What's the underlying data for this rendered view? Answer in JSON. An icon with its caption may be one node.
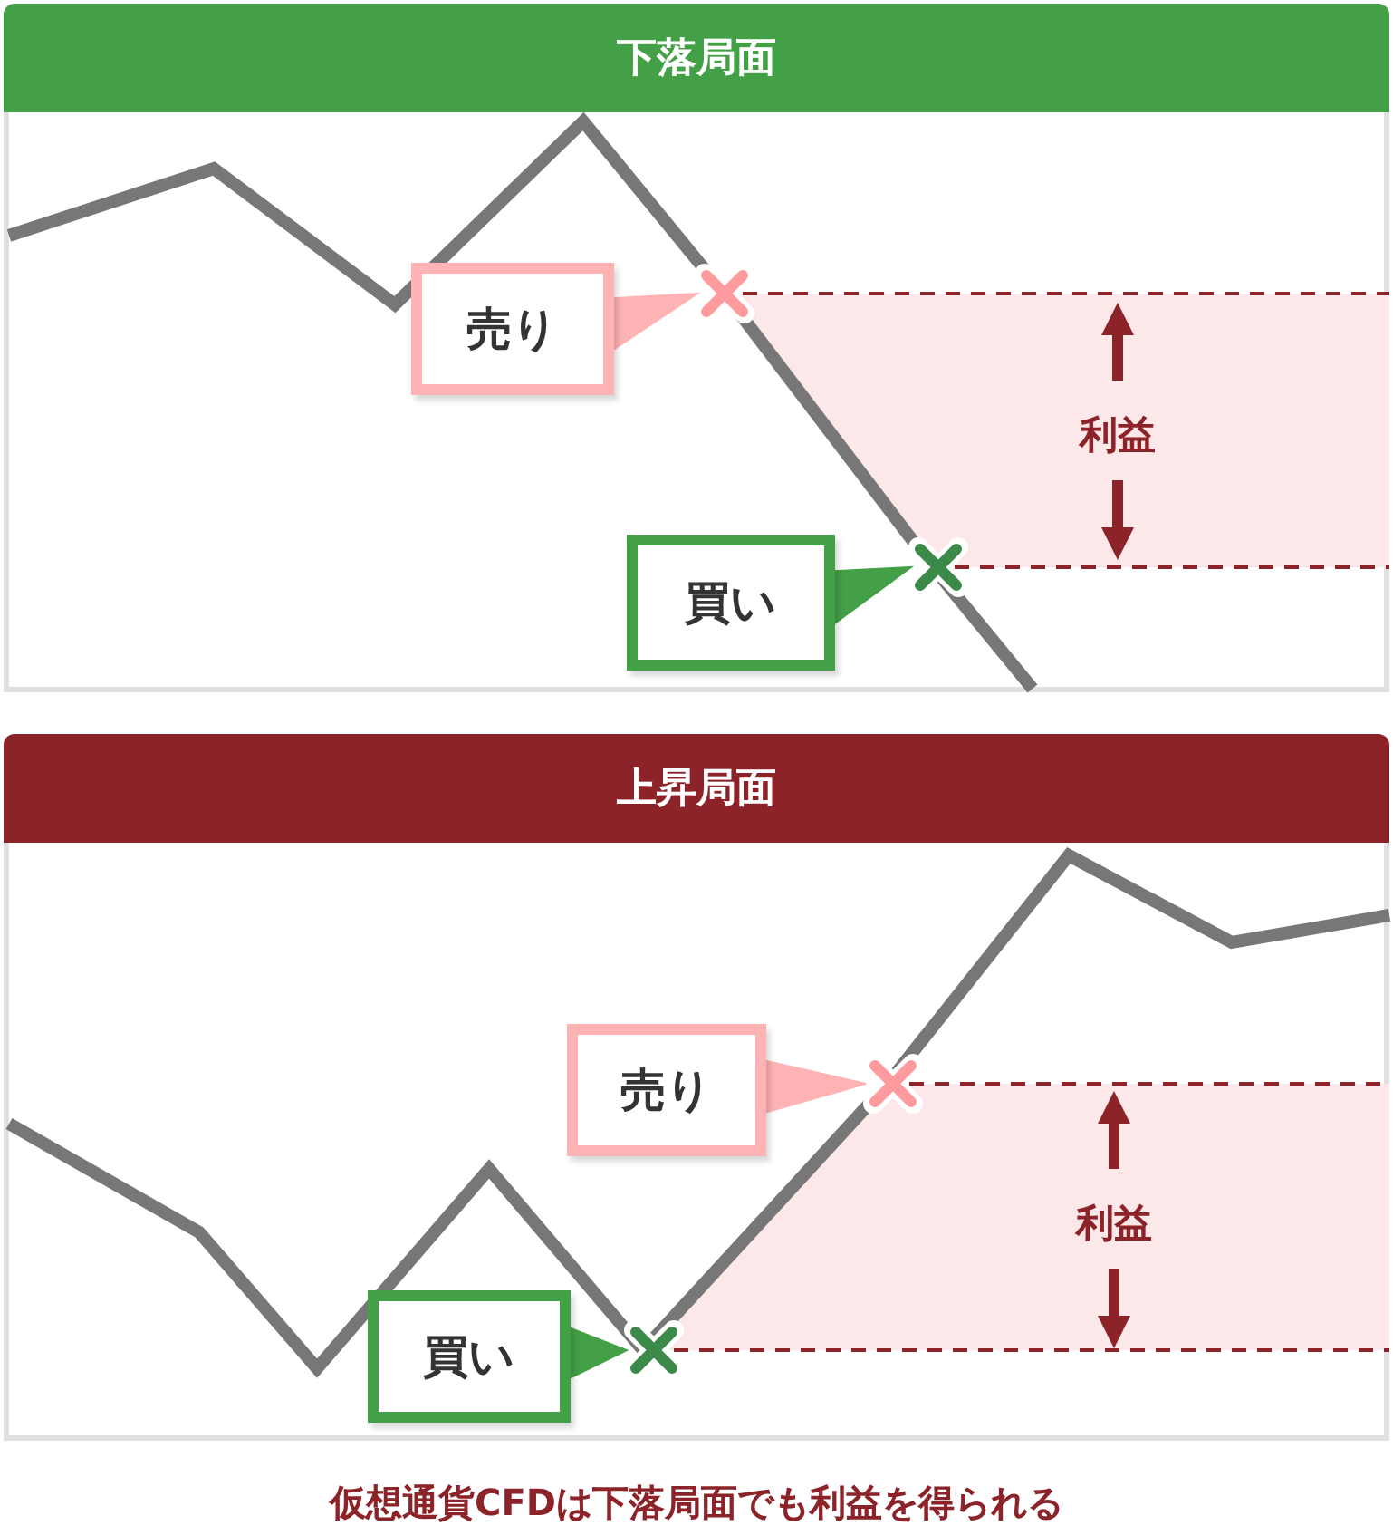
{
  "diagram": {
    "caption": "仮想通貨CFDは下落局面でも利益を得られる",
    "nodes": [
      {
        "text": [
          "下落局面"
        ]
      },
      {
        "text": [
          "売り"
        ],
        "in": 0
      },
      {
        "text": [],
        "shape": "cross",
        "in": 0
      },
      {
        "text": [
          "買い"
        ],
        "in": 0
      },
      {
        "text": [],
        "shape": "cross",
        "in": 0
      },
      {
        "text": [
          "上昇局面"
        ]
      },
      {
        "text": [
          "売り"
        ],
        "in": 5
      },
      {
        "text": [],
        "shape": "cross",
        "in": 5
      },
      {
        "text": [
          "買い"
        ],
        "in": 5
      },
      {
        "text": [],
        "shape": "cross",
        "in": 5
      }
    ],
    "edges": [
      {
        "from": 1,
        "to": 2,
        "arrow": "to"
      },
      {
        "from": 3,
        "to": 4,
        "arrow": "to"
      },
      {
        "from": 6,
        "to": 7,
        "arrow": "to"
      },
      {
        "from": 8,
        "to": 9,
        "arrow": "to"
      }
    ],
    "labels": [
      "利益",
      "利益"
    ]
  }
}
